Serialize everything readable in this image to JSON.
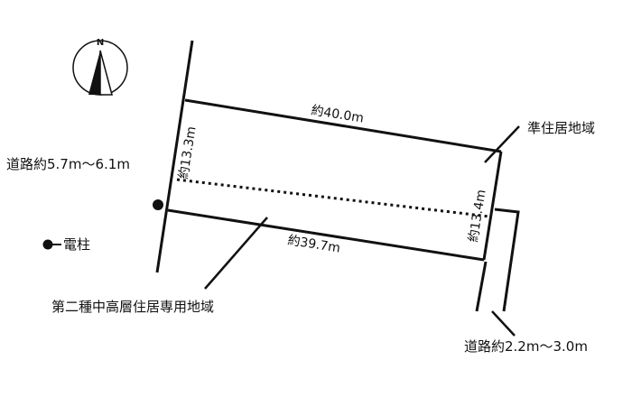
{
  "compass": {
    "north_label": "N"
  },
  "roads": {
    "west": "道路約5.7m～6.1m",
    "southeast": "道路約2.2m～3.0m"
  },
  "legend": {
    "pole_label": "電柱"
  },
  "dimensions": {
    "top": "約40.0m",
    "bottom": "約39.7m",
    "left": "約13.3m",
    "right": "約13.4m"
  },
  "zones": {
    "northeast": "準住居地域",
    "southwest": "第二種中高層住居専用地域"
  },
  "colors": {
    "ink": "#111111",
    "background": "#ffffff"
  }
}
